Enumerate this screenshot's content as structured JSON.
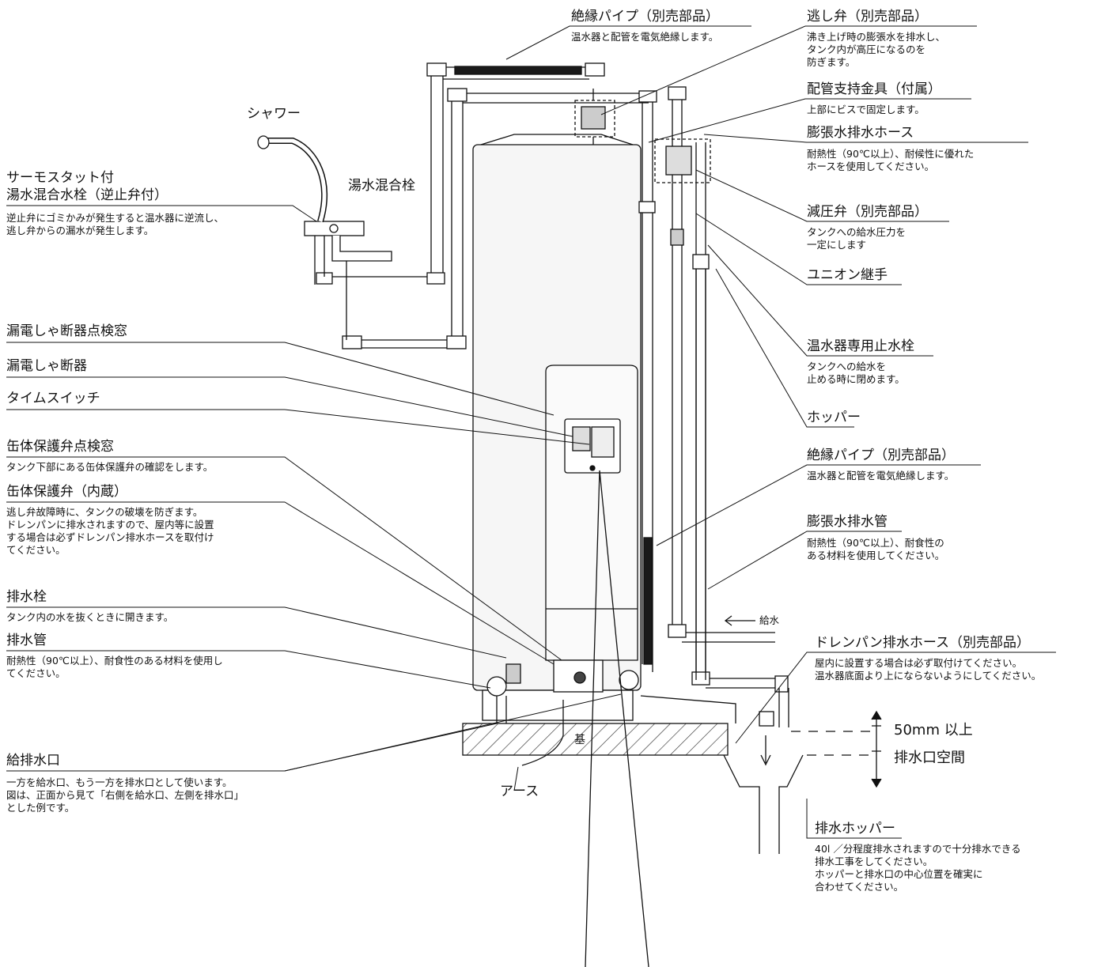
{
  "colors": {
    "line": "#111111",
    "tank": "#f4f4f4",
    "pipe": "#ffffff",
    "insulated": "#1a1a1a",
    "base_hatch": "#333333"
  },
  "labels": {
    "insulated_pipe_top": {
      "title": "絶縁パイプ（別売部品）",
      "desc": "温水器と配管を電気絶縁します。"
    },
    "relief_valve": {
      "title": "逃し弁（別売部品）",
      "desc": "沸き上げ時の膨張水を排水し、\nタンク内が高圧になるのを\n防ぎます。"
    },
    "pipe_support": {
      "title": "配管支持金具（付属）",
      "desc": "上部にビスで固定します。"
    },
    "expansion_hose": {
      "title": "膨張水排水ホース",
      "desc": "耐熱性（90℃以上）、耐候性に優れた\nホースを使用してください。"
    },
    "reducing_valve": {
      "title": "減圧弁（別売部品）",
      "desc": "タンクへの給水圧力を\n一定にします"
    },
    "union": {
      "title": "ユニオン継手"
    },
    "stop_valve": {
      "title": "温水器専用止水栓",
      "desc": "タンクへの給水を\n止める時に閉めます。"
    },
    "hopper": {
      "title": "ホッパー"
    },
    "insulated_pipe_mid": {
      "title": "絶縁パイプ（別売部品）",
      "desc": "温水器と配管を電気絶縁します。"
    },
    "expansion_pipe": {
      "title": "膨張水排水管",
      "desc": "耐熱性（90℃以上）、耐食性の\nある材料を使用してください。"
    },
    "water_supply": {
      "title": "給水"
    },
    "drain_pan_hose": {
      "title": "ドレンパン排水ホース（別売部品）",
      "desc": "屋内に設置する場合は必ず取付けてください。\n温水器底面より上にならないようにしてください。"
    },
    "gap": {
      "title": "50mm 以上",
      "sub": "排水口空間"
    },
    "drain_hopper": {
      "title": "排水ホッパー",
      "desc": "40l ／分程度排水されますので十分排水できる\n排水工事をしてください。\nホッパーと排水口の中心位置を確実に\n合わせてください。"
    },
    "shower": {
      "title": "シャワー"
    },
    "mixing_faucet_small": {
      "title": "湯水混合栓"
    },
    "thermostat_faucet": {
      "title": "サーモスタット付\n湯水混合水栓（逆止弁付）",
      "desc": "逆止弁にゴミかみが発生すると温水器に逆流し、\n逃し弁からの漏水が発生します。"
    },
    "breaker_window": {
      "title": "漏電しゃ断器点検窓"
    },
    "breaker": {
      "title": "漏電しゃ断器"
    },
    "time_switch": {
      "title": "タイムスイッチ"
    },
    "protect_window": {
      "title": "缶体保護弁点検窓",
      "desc": "タンク下部にある缶体保護弁の確認をします。"
    },
    "protect_valve": {
      "title": "缶体保護弁（内蔵）",
      "desc": "逃し弁故障時に、タンクの破壊を防ぎます。\nドレンパンに排水されますので、屋内等に設置\nする場合は必ずドレンパン排水ホースを取付け\nてください。"
    },
    "drain_cock": {
      "title": "排水栓",
      "desc": "タンク内の水を抜くときに開きます。"
    },
    "drain_pipe": {
      "title": "排水管",
      "desc": "耐熱性（90℃以上）、耐食性のある材料を使用し\nてください。"
    },
    "supply_drain_port": {
      "title": "給排水口",
      "desc": "一方を給水口、もう一方を排水口として使います。\n図は、正面から見て「右側を給水口、左側を排水口」\nとした例です。"
    },
    "earth": {
      "title": "アース"
    },
    "base_char": {
      "title": "基"
    }
  }
}
